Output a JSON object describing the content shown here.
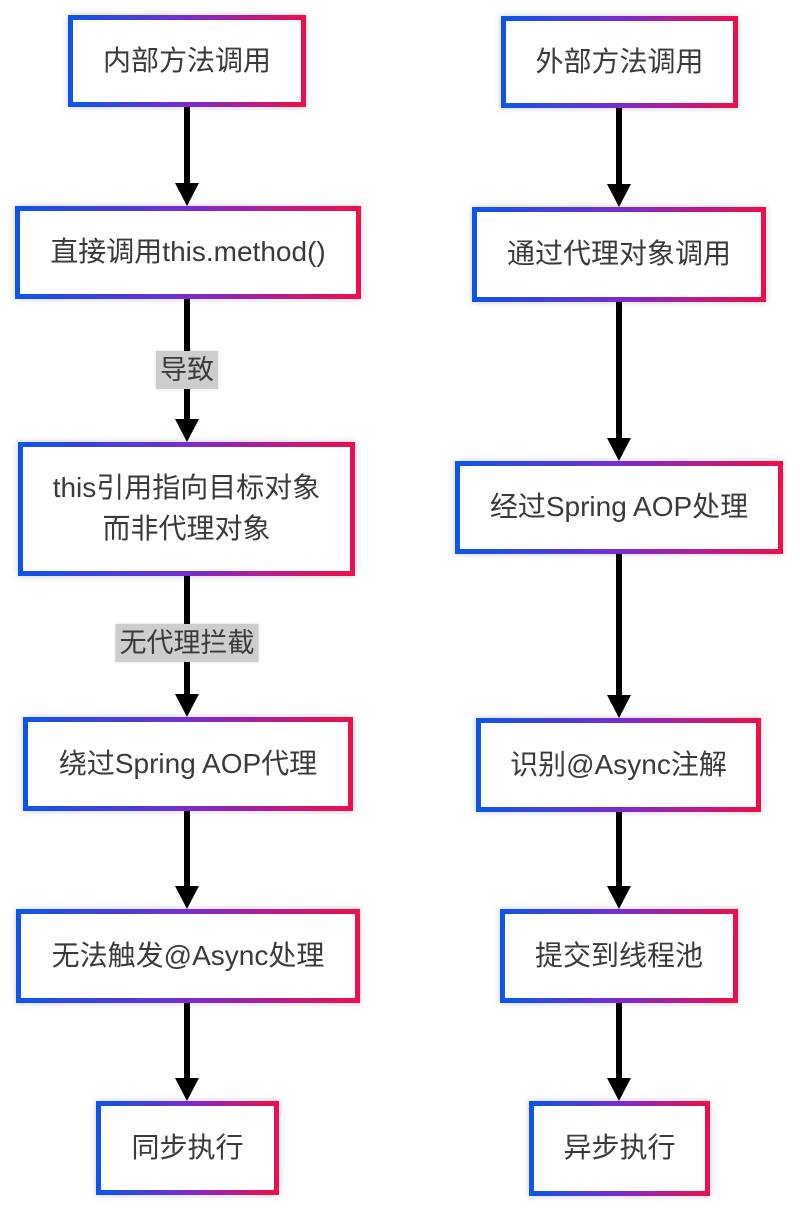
{
  "diagram": {
    "left_column": {
      "boxes": [
        {
          "label": "内部方法调用"
        },
        {
          "label": "直接调用this.method()"
        },
        {
          "label": "this引用指向目标对象\n而非代理对象"
        },
        {
          "label": "绕过Spring AOP代理"
        },
        {
          "label": "无法触发@Async处理"
        },
        {
          "label": "同步执行"
        }
      ],
      "edge_labels": [
        {
          "label": "导致"
        },
        {
          "label": "无代理拦截"
        }
      ]
    },
    "right_column": {
      "boxes": [
        {
          "label": "外部方法调用"
        },
        {
          "label": "通过代理对象调用"
        },
        {
          "label": "经过Spring AOP处理"
        },
        {
          "label": "识别@Async注解"
        },
        {
          "label": "提交到线程池"
        },
        {
          "label": "异步执行"
        }
      ]
    },
    "colors": {
      "border_gradient_start": "#0d55e8",
      "border_gradient_mid": "#7d2bcd",
      "border_gradient_end": "#ec0f4b",
      "arrow": "#000000",
      "edge_label_background": "#cdcdcd",
      "text": "#3a3a3a",
      "node_background": "#ffffff",
      "page_background": "#ffffff"
    }
  }
}
